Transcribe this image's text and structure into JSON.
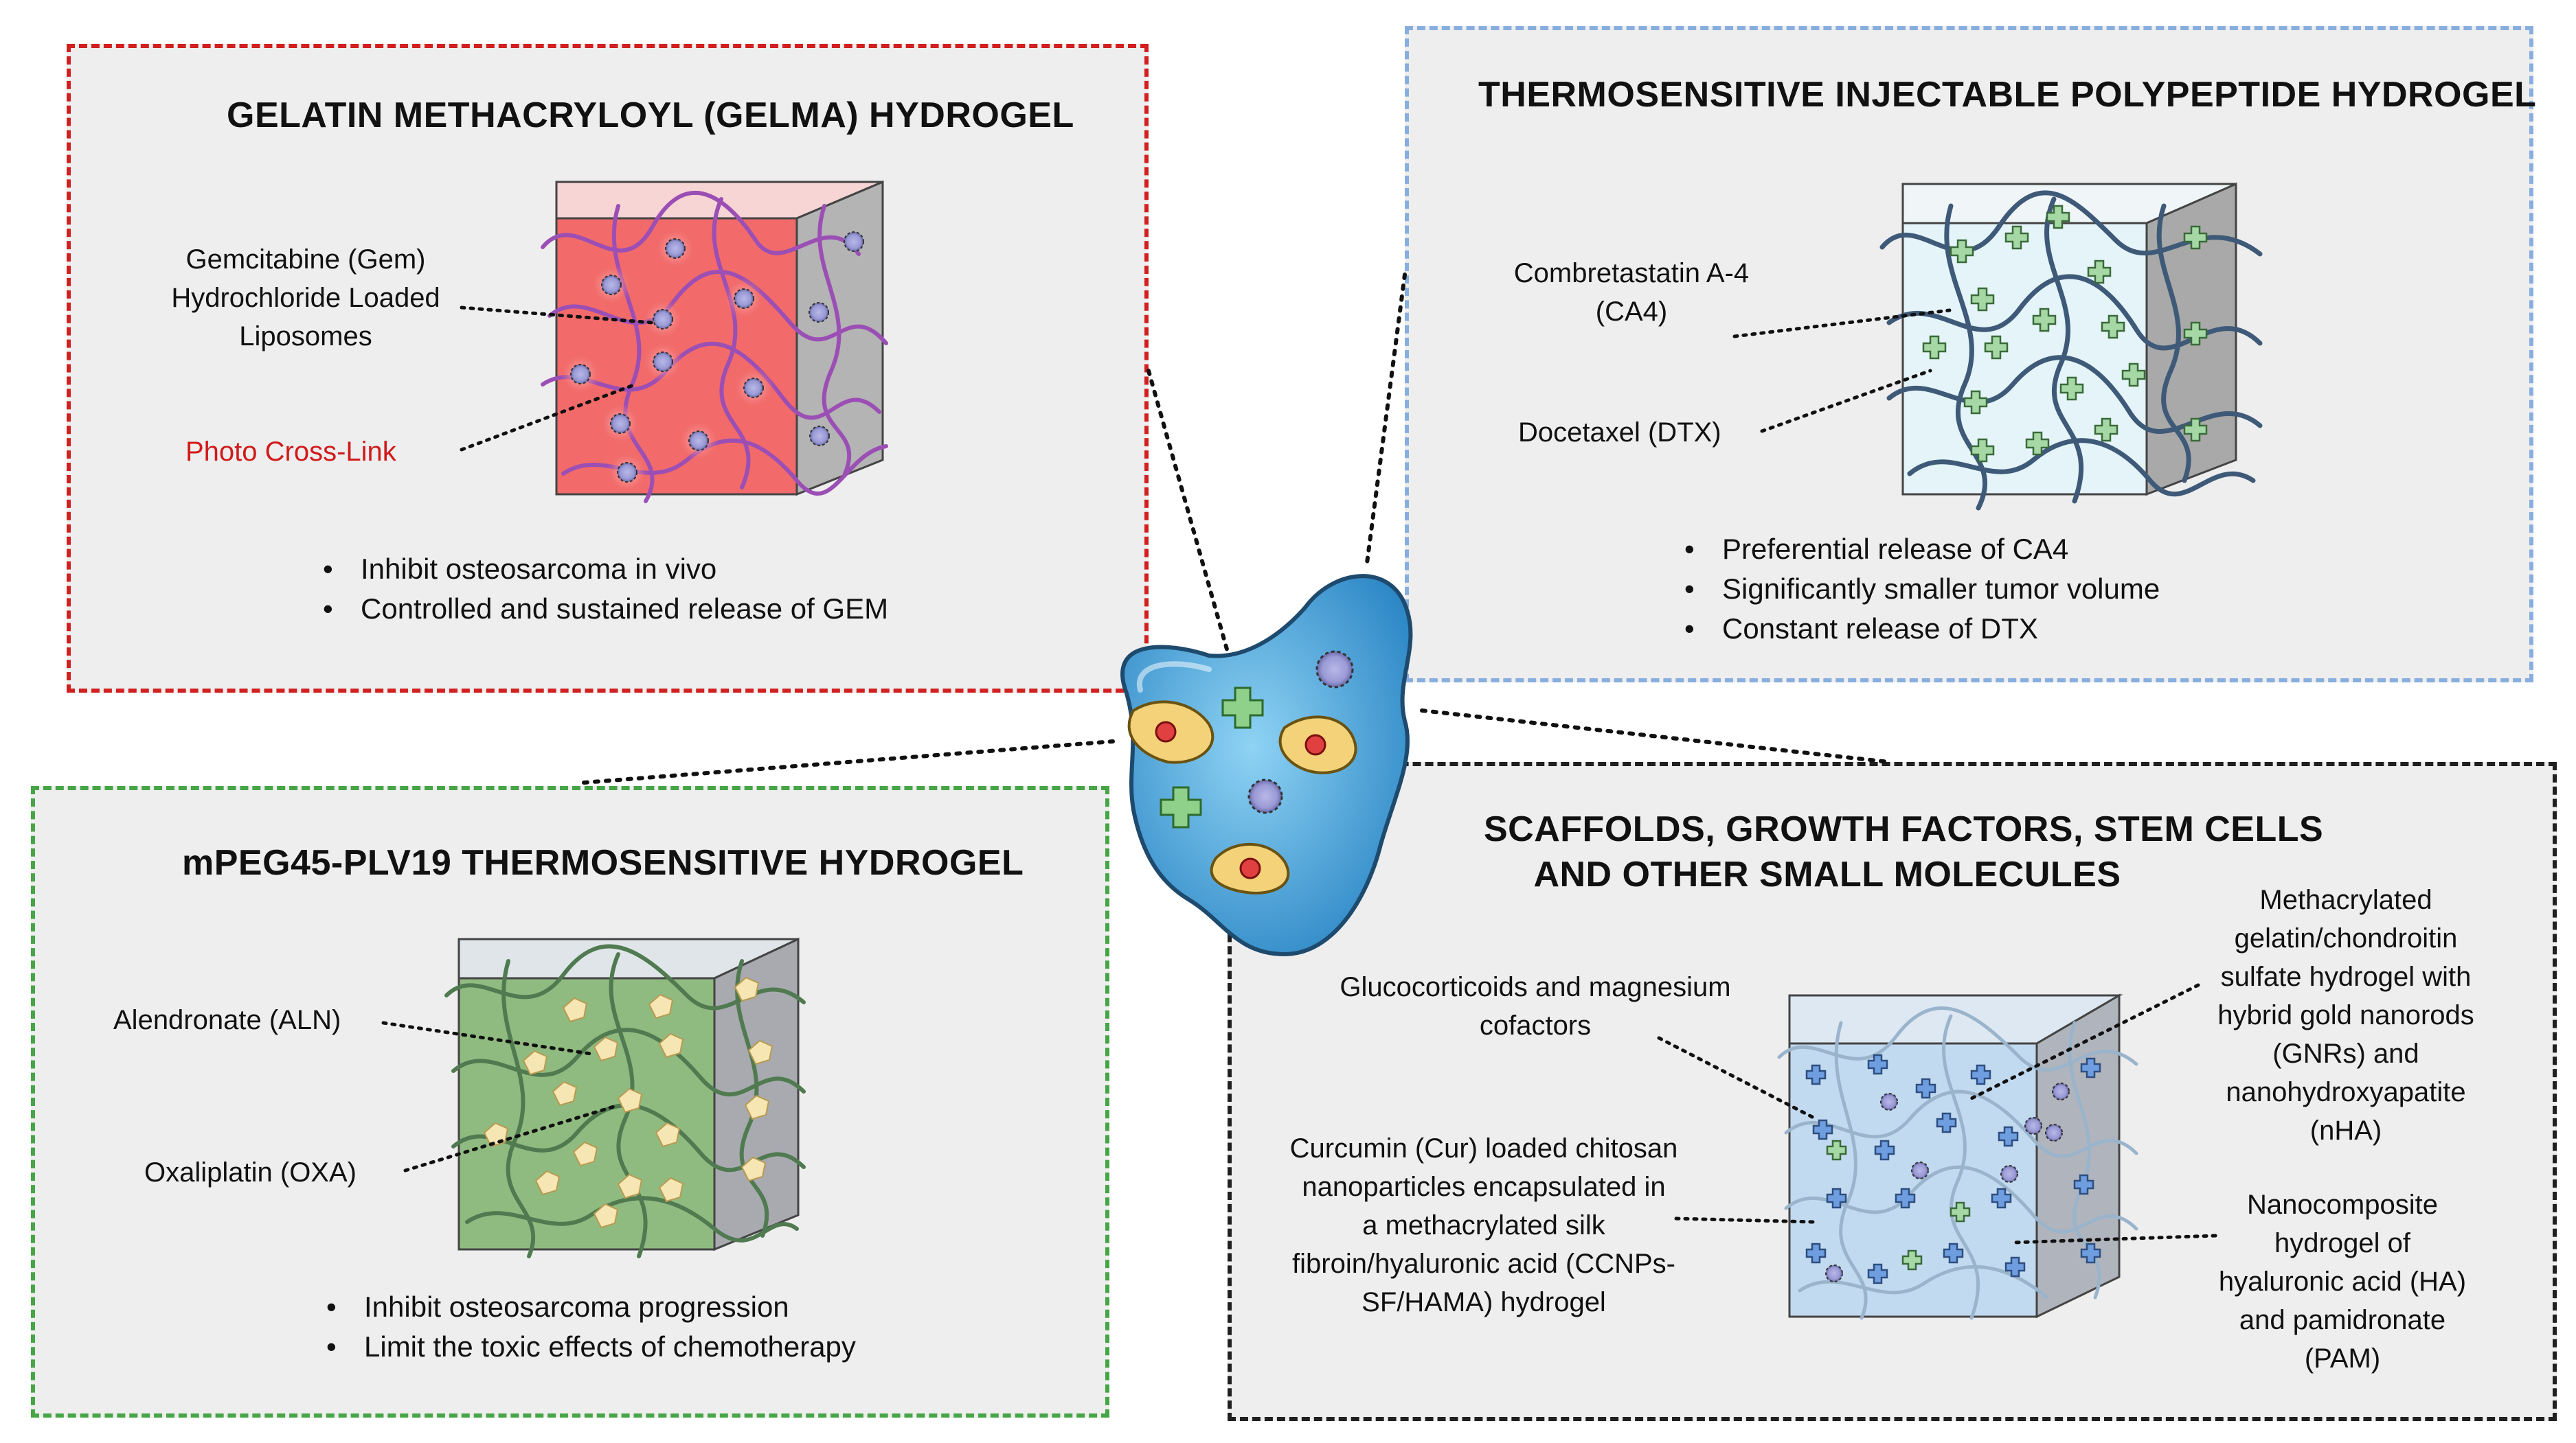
{
  "panels": {
    "gelma": {
      "title": "GELATIN METHACRYLOYL (GELMA) HYDROGEL",
      "label_gem": [
        "Gemcitabine (Gem)",
        "Hydrochloride Loaded",
        "Liposomes"
      ],
      "label_photo": "Photo Cross-Link",
      "bullets": [
        "Inhibit osteosarcoma in vivo",
        "Controlled and sustained release of GEM"
      ]
    },
    "polypeptide": {
      "title": "THERMOSENSITIVE INJECTABLE POLYPEPTIDE HYDROGEL",
      "label_ca4": [
        "Combretastatin A-4",
        "(CA4)"
      ],
      "label_dtx": "Docetaxel (DTX)",
      "bullets": [
        "Preferential release of CA4",
        "Significantly smaller tumor volume",
        "Constant release of DTX"
      ]
    },
    "mpeg": {
      "title": "mPEG45-PLV19 THERMOSENSITIVE HYDROGEL",
      "label_aln": "Alendronate (ALN)",
      "label_oxa": "Oxaliplatin (OXA)",
      "bullets": [
        "Inhibit osteosarcoma progression",
        "Limit the toxic effects of chemotherapy"
      ]
    },
    "scaffolds": {
      "title": [
        "SCAFFOLDS, GROWTH FACTORS, STEM CELLS",
        "AND OTHER SMALL MOLECULES"
      ],
      "label_gluco": [
        "Glucocorticoids and magnesium",
        "cofactors"
      ],
      "label_curcumin": [
        "Curcumin (Cur) loaded chitosan",
        "nanoparticles encapsulated in",
        "a methacrylated silk",
        "fibroin/hyaluronic acid (CCNPs-",
        "SF/HAMA) hydrogel"
      ],
      "label_gelatin": [
        "Methacrylated",
        "gelatin/chondroitin",
        "sulfate hydrogel with",
        "hybrid gold nanorods",
        "(GNRs)  and",
        "nanohydroxyapatite",
        "(nHA)"
      ],
      "label_nano": [
        "Nanocomposite",
        "hydrogel of",
        "hyaluronic acid (HA)",
        "and pamidronate",
        "(PAM)"
      ]
    }
  },
  "colors": {
    "red_border": "#d22020",
    "blue_border": "#88aede",
    "green_border": "#46a546",
    "black_border": "#202020",
    "panel_bg": "#eeeeee",
    "gelma_fill": "#f26a6a",
    "polypeptide_fill": "#e4f4f8",
    "mpeg_fill": "#90bb80",
    "scaffold_fill": "#c2daf0",
    "center_blob": "#4aa3d6"
  }
}
